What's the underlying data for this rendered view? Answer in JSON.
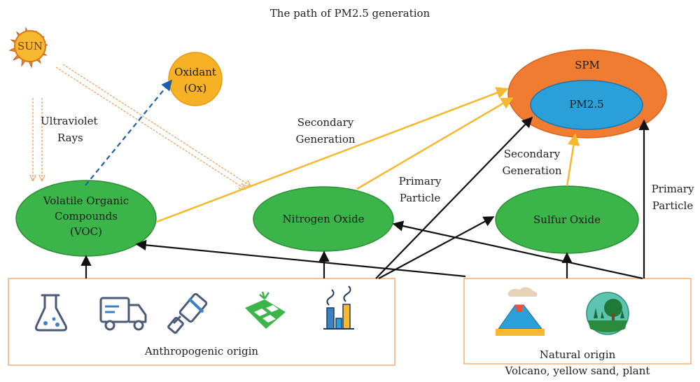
{
  "title": "The path of PM2.5 generation",
  "nodes": {
    "sun": "SUN",
    "oxidant_line1": "Oxidant",
    "oxidant_line2": "(Ox)",
    "spm": "SPM",
    "pm25": "PM2.5",
    "voc_line1": "Volatile Organic",
    "voc_line2": "Compounds",
    "voc_line3": "(VOC)",
    "nitrogen_oxide": "Nitrogen Oxide",
    "sulfur_oxide": "Sulfur Oxide"
  },
  "edge_labels": {
    "uv_line1": "Ultraviolet",
    "uv_line2": "Rays",
    "sec_gen_1_line1": "Secondary",
    "sec_gen_1_line2": "Generation",
    "primary_1_line1": "Primary",
    "primary_1_line2": "Particle",
    "sec_gen_2_line1": "Secondary",
    "sec_gen_2_line2": "Generation",
    "primary_2_line1": "Primary",
    "primary_2_line2": "Particle"
  },
  "sources": {
    "anthropogenic": "Anthropogenic origin",
    "natural": "Natural origin",
    "natural_detail": "Volcano, yellow sand, plant",
    "anthropogenic_icons": [
      "flask-icon",
      "truck-icon",
      "paint-roller-icon",
      "farmland-icon",
      "factory-icon"
    ],
    "natural_icons": [
      "volcano-icon",
      "forest-icon"
    ]
  },
  "colors": {
    "green": "#3bb54a",
    "orange": "#f07c32",
    "blue": "#2a9fd8",
    "yellow": "#f5b82e",
    "dashed_blue": "#1f5fa8",
    "box_border": "#f0a060"
  }
}
